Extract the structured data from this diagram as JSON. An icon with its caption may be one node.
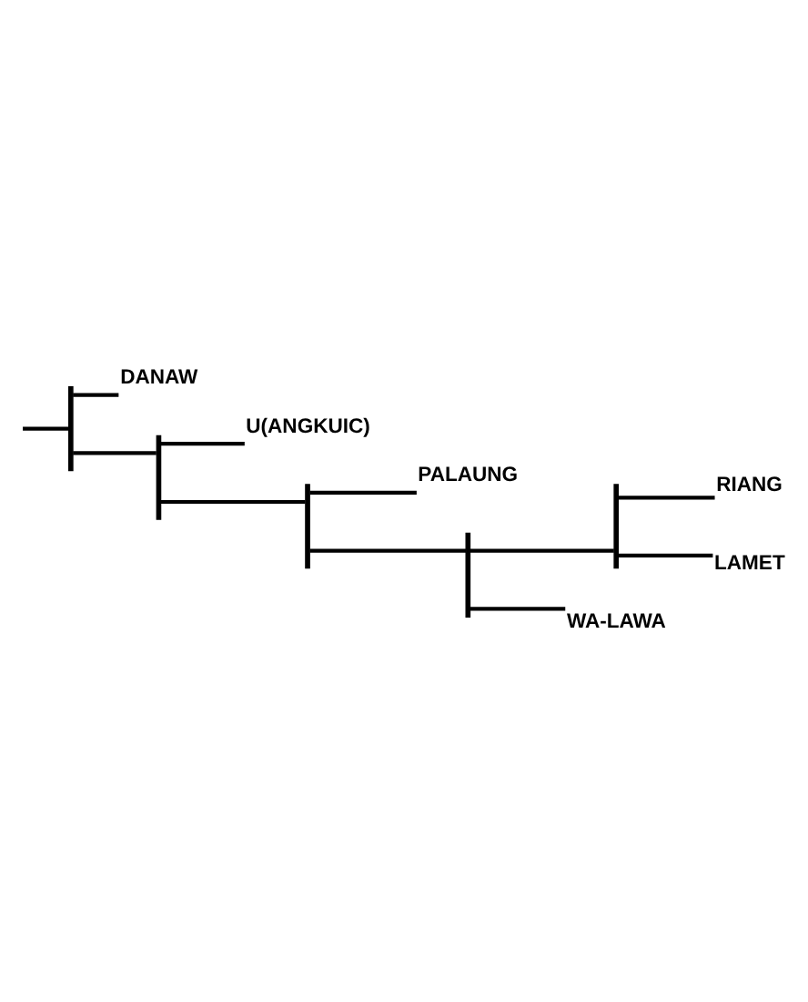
{
  "diagram": {
    "nodes": [
      {
        "text": [],
        "shape": "bar"
      },
      {
        "text": [
          "DANAW"
        ]
      },
      {
        "text": [],
        "shape": "bar"
      },
      {
        "text": [
          "U(ANGKUIC)"
        ]
      },
      {
        "text": [],
        "shape": "bar"
      },
      {
        "text": [
          "PALAUNG"
        ]
      },
      {
        "text": [],
        "shape": "bar"
      },
      {
        "text": [],
        "shape": "bar"
      },
      {
        "text": [
          "RIANG"
        ]
      },
      {
        "text": [
          "LAMET"
        ]
      },
      {
        "text": [
          "WA-LAWA"
        ]
      }
    ],
    "edges": [
      {
        "from": null,
        "to": 0,
        "arrow": "none"
      },
      {
        "from": 0,
        "to": 1,
        "arrow": "none"
      },
      {
        "from": 0,
        "to": 2,
        "arrow": "none"
      },
      {
        "from": 2,
        "to": 3,
        "arrow": "none"
      },
      {
        "from": 2,
        "to": 4,
        "arrow": "none"
      },
      {
        "from": 4,
        "to": 5,
        "arrow": "none"
      },
      {
        "from": 4,
        "to": 6,
        "arrow": "none"
      },
      {
        "from": 6,
        "to": 7,
        "arrow": "none"
      },
      {
        "from": 6,
        "to": 10,
        "arrow": "none"
      },
      {
        "from": 7,
        "to": 8,
        "arrow": "none"
      },
      {
        "from": 7,
        "to": 9,
        "arrow": "none"
      }
    ]
  }
}
